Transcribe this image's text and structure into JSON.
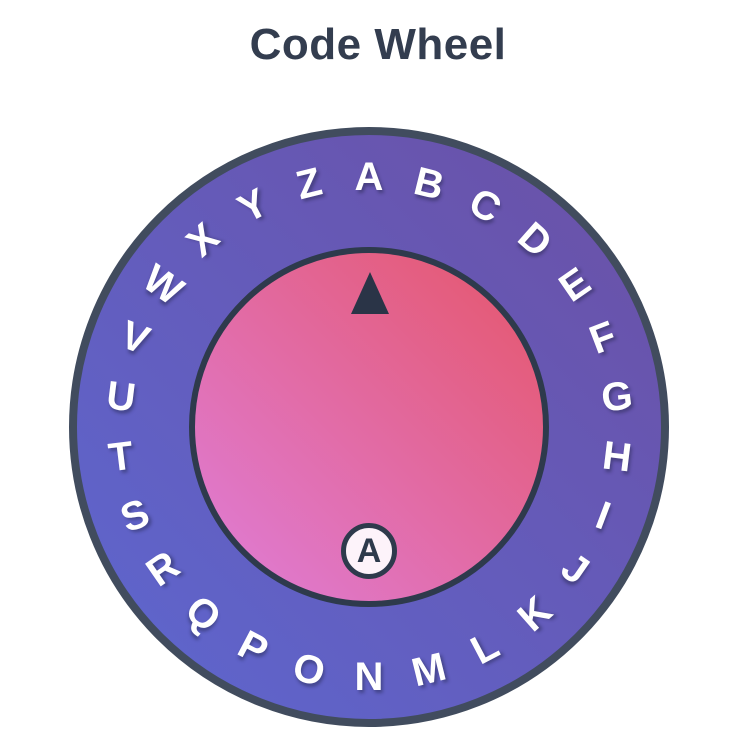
{
  "title": "Code Wheel",
  "wheel": {
    "outer_letters": [
      "A",
      "B",
      "C",
      "D",
      "E",
      "F",
      "G",
      "H",
      "I",
      "J",
      "K",
      "L",
      "M",
      "N",
      "O",
      "P",
      "Q",
      "R",
      "S",
      "T",
      "U",
      "V",
      "W",
      "X",
      "Y",
      "Z"
    ],
    "marker_letter": "A",
    "pointer_icon": "triangle-up",
    "colors": {
      "title_color": "#333d4f",
      "outer_border": "#414c5e",
      "inner_border": "#2e3a4c",
      "outer_ring_gradient_start": "#5d67d0",
      "outer_ring_gradient_end": "#6b50a5",
      "inner_disc_gradient_start": "#e5566a",
      "inner_disc_gradient_end": "#df7eda",
      "letter_color": "#ffffff",
      "pointer_color": "#2a3447",
      "marker_fill": "#fdf3fa",
      "marker_text": "#2e3a4c"
    }
  }
}
